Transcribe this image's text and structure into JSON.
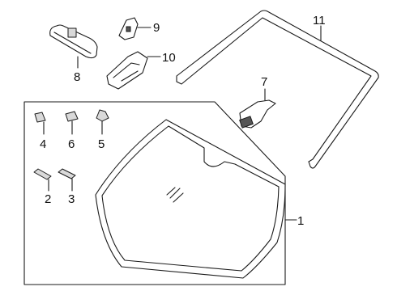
{
  "callouts": [
    {
      "id": "1",
      "text": "1"
    },
    {
      "id": "2",
      "text": "2"
    },
    {
      "id": "3",
      "text": "3"
    },
    {
      "id": "4",
      "text": "4"
    },
    {
      "id": "5",
      "text": "5"
    },
    {
      "id": "6",
      "text": "6"
    },
    {
      "id": "7",
      "text": "7"
    },
    {
      "id": "8",
      "text": "8"
    },
    {
      "id": "9",
      "text": "9"
    },
    {
      "id": "10",
      "text": "10"
    },
    {
      "id": "11",
      "text": "11"
    }
  ],
  "colors": {
    "line": "#1a1a1a",
    "part_fill": "#ffffff",
    "shade": "#d9d9d9",
    "background": "#ffffff"
  }
}
